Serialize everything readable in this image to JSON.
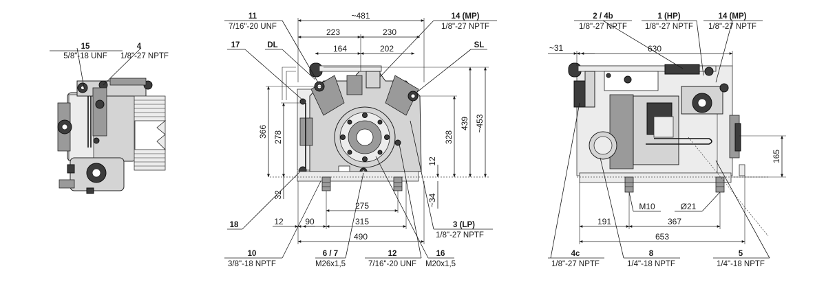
{
  "left_view": {
    "conn_15": {
      "num": "15",
      "thread": "5/8\"-18 UNF"
    },
    "conn_4": {
      "num": "4",
      "thread": "1/8\"-27 NPTF"
    }
  },
  "front_view": {
    "conn_11": {
      "num": "11",
      "thread": "7/16\"-20 UNF"
    },
    "conn_14": {
      "num": "14 (MP)",
      "thread": "1/8\"-27 NPTF"
    },
    "conn_17": {
      "num": "17"
    },
    "conn_dl": {
      "num": "DL"
    },
    "conn_sl": {
      "num": "SL"
    },
    "conn_18": {
      "num": "18"
    },
    "conn_3": {
      "num": "3 (LP)",
      "thread": "1/8\"-27 NPTF"
    },
    "conn_10": {
      "num": "10",
      "thread": "3/8\"-18 NPTF"
    },
    "conn_6_7": {
      "num": "6 / 7",
      "thread": "M26x1,5"
    },
    "conn_12": {
      "num": "12",
      "thread": "7/16\"-20 UNF"
    },
    "conn_16": {
      "num": "16",
      "thread": "M20x1,5"
    },
    "dims": {
      "d481": "~481",
      "d223": "223",
      "d230": "230",
      "d164": "164",
      "d202": "202",
      "d366": "366",
      "d278": "278",
      "d328": "328",
      "d439": "439",
      "d453": "~453",
      "d12v": "12",
      "d34": "~34",
      "d32": "32",
      "d275": "275",
      "d12h": "12",
      "d90": "90",
      "d315": "315",
      "d490": "490"
    }
  },
  "side_view": {
    "conn_2_4b": {
      "num": "2 / 4b",
      "thread": "1/8\"-27 NPTF"
    },
    "conn_1": {
      "num": "1 (HP)",
      "thread": "1/8\"-27 NPTF"
    },
    "conn_14": {
      "num": "14 (MP)",
      "thread": "1/8\"-27 NPTF"
    },
    "conn_4c": {
      "num": "4c",
      "thread": "1/8\"-27 NPTF"
    },
    "conn_8": {
      "num": "8",
      "thread": "1/4\"-18 NPTF"
    },
    "conn_5": {
      "num": "5",
      "thread": "1/4\"-18 NPTF"
    },
    "dims": {
      "d31": "~31",
      "d630": "630",
      "d165": "165",
      "dm10": "M10",
      "dd21": "Ø21",
      "d191": "191",
      "d367": "367",
      "d653": "653"
    }
  }
}
